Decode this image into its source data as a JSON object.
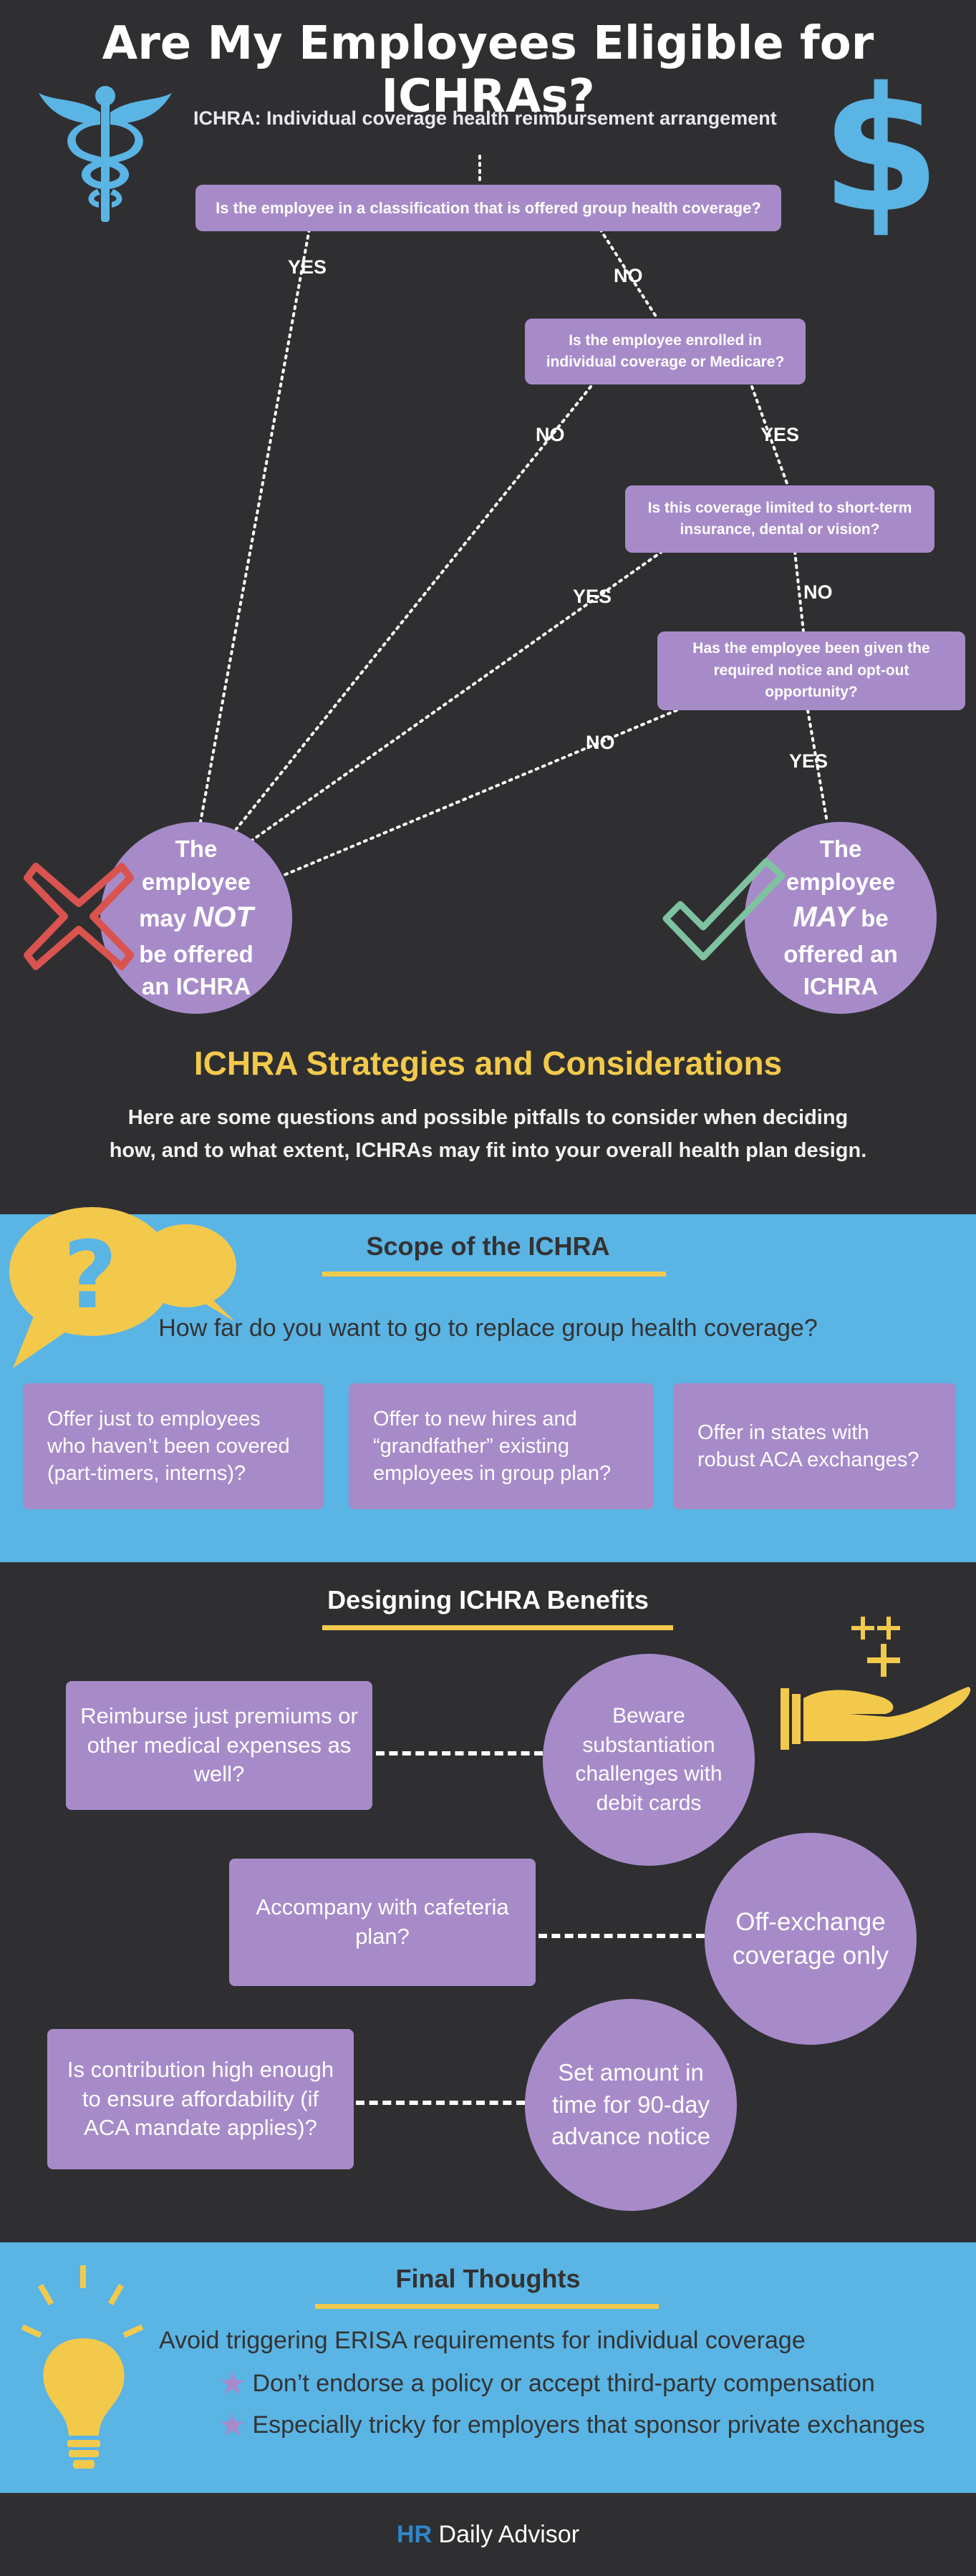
{
  "title": "Are My Employees Eligible for ICHRAs?",
  "subtitle": "ICHRA: Individual coverage health reimbursement arrangement",
  "colors": {
    "background": "#2f2f31",
    "purple": "#a78bc9",
    "blue": "#5ab4e4",
    "yellow": "#f3c94c",
    "red": "#d9534f",
    "green": "#7fc2a0"
  },
  "icons": {
    "caduceus": "caduceus-icon",
    "dollar": "dollar-icon",
    "cross": "x-mark-icon",
    "check": "check-mark-icon",
    "speech": "question-speech-bubbles-icon",
    "hand": "hand-sparkle-icon",
    "bulb": "lightbulb-icon",
    "star": "star-bullet-icon"
  },
  "flow": {
    "q1": "Is the employee in a classification that is offered group health coverage?",
    "q2": "Is the employee enrolled in individual coverage or Medicare?",
    "q3": "Is this coverage limited to short-term insurance, dental or vision?",
    "q4": "Has the employee been given the required notice and opt-out opportunity?",
    "yes": "YES",
    "no": "NO",
    "not_line1": "The",
    "not_line2": "employee",
    "not_line3a": "may ",
    "not_em": "NOT",
    "not_line4": "be offered",
    "not_line5": "an ICHRA",
    "may_line1": "The",
    "may_line2": "employee",
    "may_em": "MAY",
    "may_line3b": " be",
    "may_line4": "offered an",
    "may_line5": "ICHRA"
  },
  "strategies": {
    "title": "ICHRA Strategies and Considerations",
    "sub_line1": "Here are some questions and possible pitfalls to consider when deciding",
    "sub_line2": "how, and to what extent, ICHRAs may fit into your overall health plan design."
  },
  "scope": {
    "title": "Scope of the ICHRA",
    "question": "How far do you want to go to replace group health coverage?",
    "cards": [
      "Offer just to employees who haven’t been covered (part-timers, interns)?",
      "Offer to new hires and “grandfather” existing employees in group plan?",
      "Offer in states with robust ACA exchanges?"
    ]
  },
  "designing": {
    "title": "Designing ICHRA Benefits",
    "rows": [
      {
        "box": "Reimburse just premiums or other medical expenses as well?",
        "circle": "Beware substantiation challenges with debit cards"
      },
      {
        "box": "Accompany with cafeteria plan?",
        "circle": "Off-exchange coverage only"
      },
      {
        "box": "Is contribution high enough to ensure affordability (if ACA mandate applies)?",
        "circle": "Set amount in time for 90-day advance notice"
      }
    ]
  },
  "final": {
    "title": "Final Thoughts",
    "lead": "Avoid triggering ERISA requirements for individual coverage",
    "bullets": [
      "Don’t endorse a policy or accept third-party compensation",
      "Especially tricky for employers that sponsor private exchanges"
    ]
  },
  "footer": {
    "brand_hr": "HR",
    "brand_rest": " Daily Advisor"
  }
}
